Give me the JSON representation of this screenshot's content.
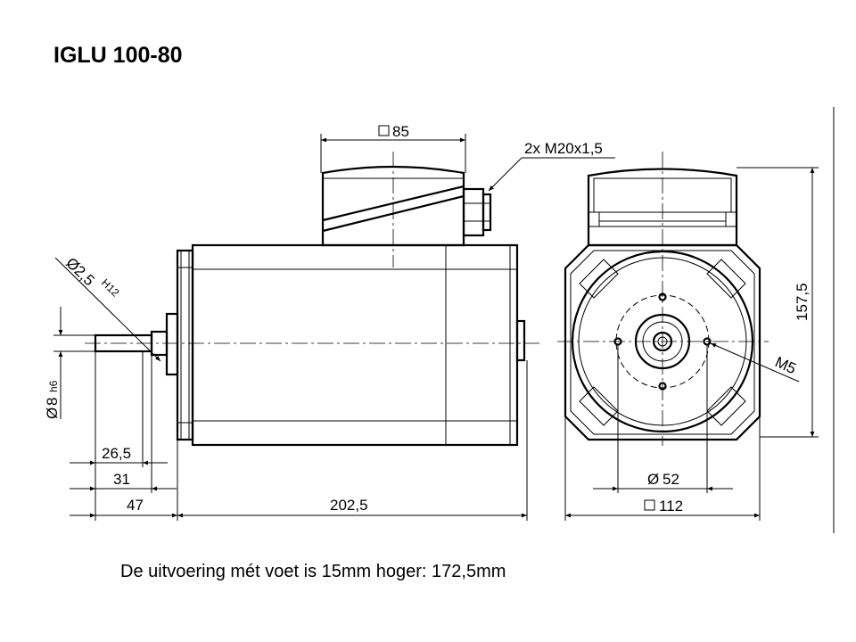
{
  "title": "IGLU 100-80",
  "footnote": "De uitvoering mét voet is 15mm hoger: 172,5mm",
  "dims": {
    "square_85": "85",
    "cable_gland": "2x M20x1,5",
    "bore_dia": "2,5",
    "bore_tol": "H12",
    "shaft_dia": "8",
    "shaft_tol": "h6",
    "d_26_5": "26,5",
    "d_31": "31",
    "d_47": "47",
    "d_202_5": "202,5",
    "height_157_5": "157,5",
    "thread_m5": "M5",
    "pcd_52": "52",
    "square_112": "112"
  }
}
